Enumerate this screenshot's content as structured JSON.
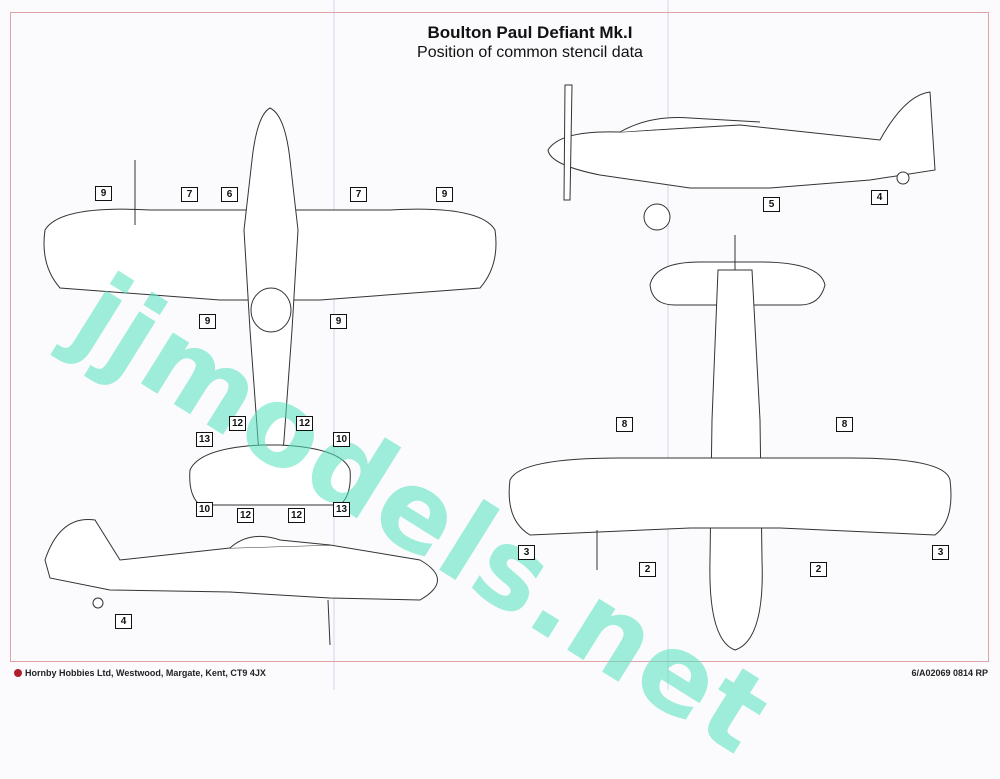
{
  "title": "Boulton Paul Defiant Mk.I",
  "subtitle": "Position of common stencil data",
  "watermark": "jjmodels.net",
  "footer": {
    "publisher": "Hornby Hobbies Ltd, Westwood, Margate, Kent, CT9 4JX",
    "code": "6/A02069 0814 RP"
  },
  "stencil_labels": [
    "9",
    "7",
    "6",
    "7",
    "9",
    "9",
    "9",
    "12",
    "12",
    "13",
    "10",
    "10",
    "12",
    "12",
    "13",
    "4",
    "5",
    "4",
    "8",
    "8",
    "3",
    "2",
    "2",
    "3"
  ],
  "colors": {
    "border": "#e2a3a8",
    "watermark": "#50e1be",
    "ink": "#111111"
  }
}
